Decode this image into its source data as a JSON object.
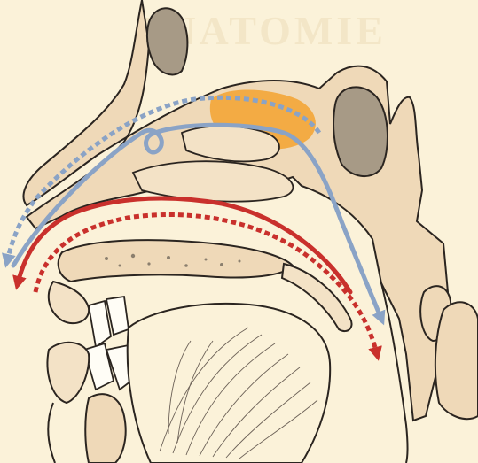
{
  "diagram": {
    "subject": "nasal-cavity-sagittal-section-airflow",
    "watermark_text": "ANATOMIE",
    "colors": {
      "background": "#fbf2d9",
      "bone": "#efd9b8",
      "bone_light": "#f3e2c6",
      "outline": "#2b2520",
      "sinus_cavity": "#a79a86",
      "olfactory_region": "#f3a73a",
      "inhaled_air_solid": "#8aa3c6",
      "inhaled_air_dashed": "#8aa3c6",
      "exhaled_air_solid": "#c9302c",
      "exhaled_air_dashed": "#c9302c"
    },
    "arrows": [
      {
        "name": "inhale-solid-arrow",
        "color_key": "inhaled_air_solid",
        "style": "solid",
        "direction": "toward-pharynx"
      },
      {
        "name": "inhale-dashed-arrow",
        "color_key": "inhaled_air_dashed",
        "style": "dashed",
        "direction": "toward-nostril"
      },
      {
        "name": "exhale-solid-arrow",
        "color_key": "exhaled_air_solid",
        "style": "solid",
        "direction": "toward-nostril"
      },
      {
        "name": "exhale-dashed-arrow",
        "color_key": "exhaled_air_dashed",
        "style": "dashed",
        "direction": "toward-pharynx"
      }
    ]
  }
}
